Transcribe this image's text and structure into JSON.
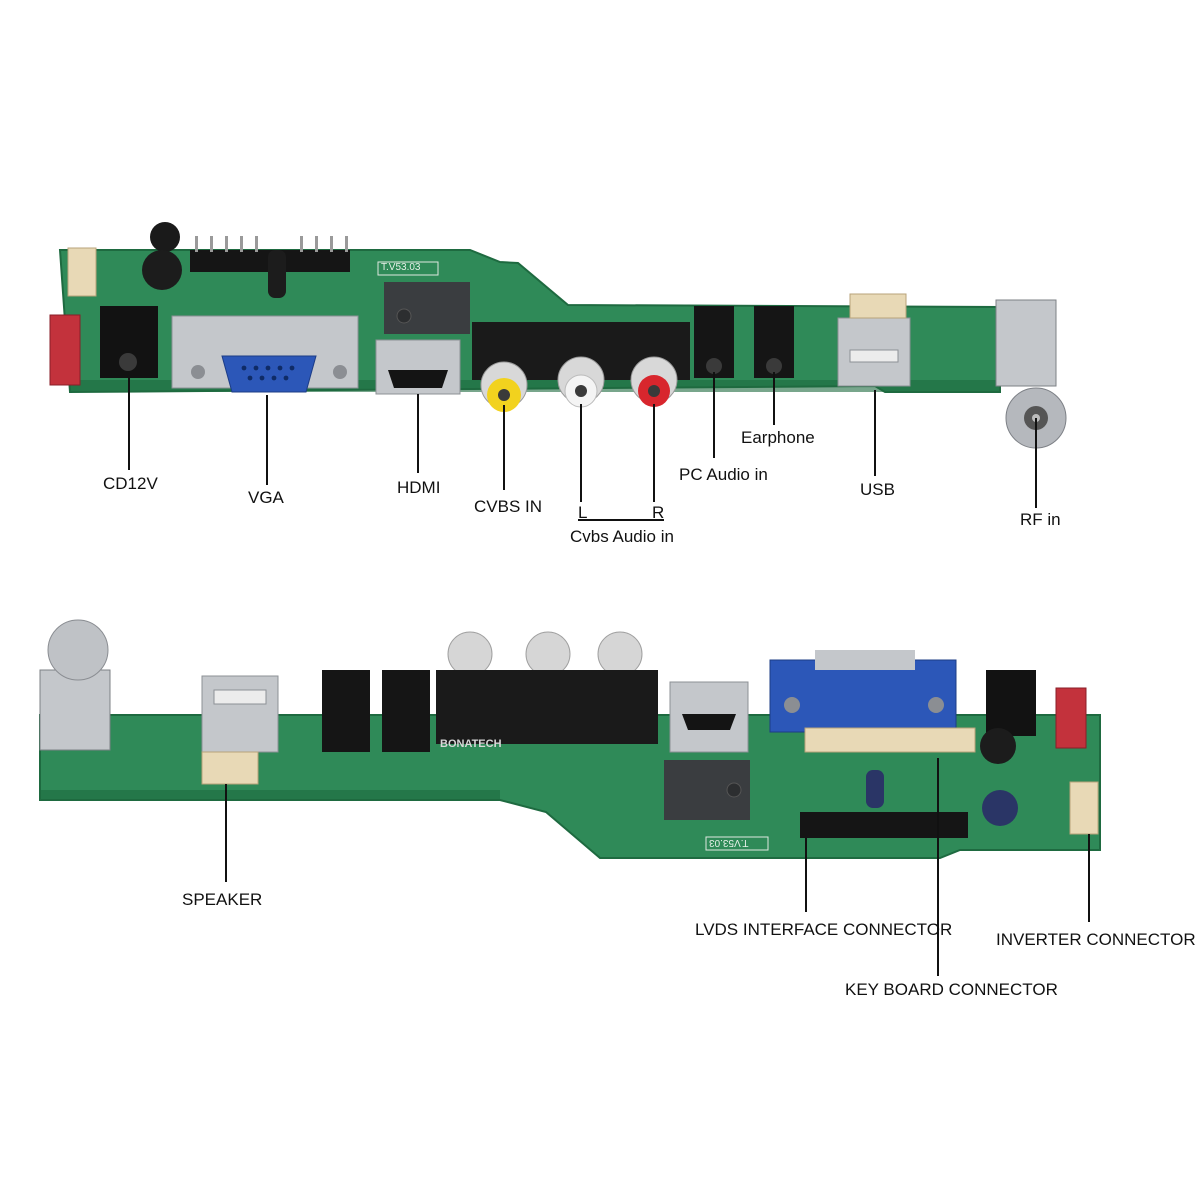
{
  "colors": {
    "pcb_green": "#2f8a58",
    "pcb_green_dark": "#1e6a40",
    "vga_blue": "#2c57b8",
    "rca_yellow": "#f2d21e",
    "rca_white": "#f4f4f4",
    "rca_red": "#d8262d",
    "connector_red": "#c3323c",
    "connector_beige": "#e8d9b6",
    "metal": "#c4c7cb",
    "black": "#141414"
  },
  "board_top": {
    "silkscreen": "T.V53.03",
    "labels": {
      "cd12v": "CD12V",
      "vga": "VGA",
      "hdmi": "HDMI",
      "cvbs_in": "CVBS IN",
      "left": "L",
      "right": "R",
      "cvbs_audio_in": "Cvbs Audio in",
      "pc_audio_in": "PC Audio in",
      "earphone": "Earphone",
      "usb": "USB",
      "rf_in": "RF in"
    }
  },
  "board_bottom": {
    "silkscreen": "T.V53.03",
    "brand": "BONATECH",
    "labels": {
      "speaker": "SPEAKER",
      "lvds": "LVDS INTERFACE CONNECTOR",
      "keyboard": "KEY BOARD CONNECTOR",
      "inverter": "INVERTER CONNECTOR"
    }
  }
}
